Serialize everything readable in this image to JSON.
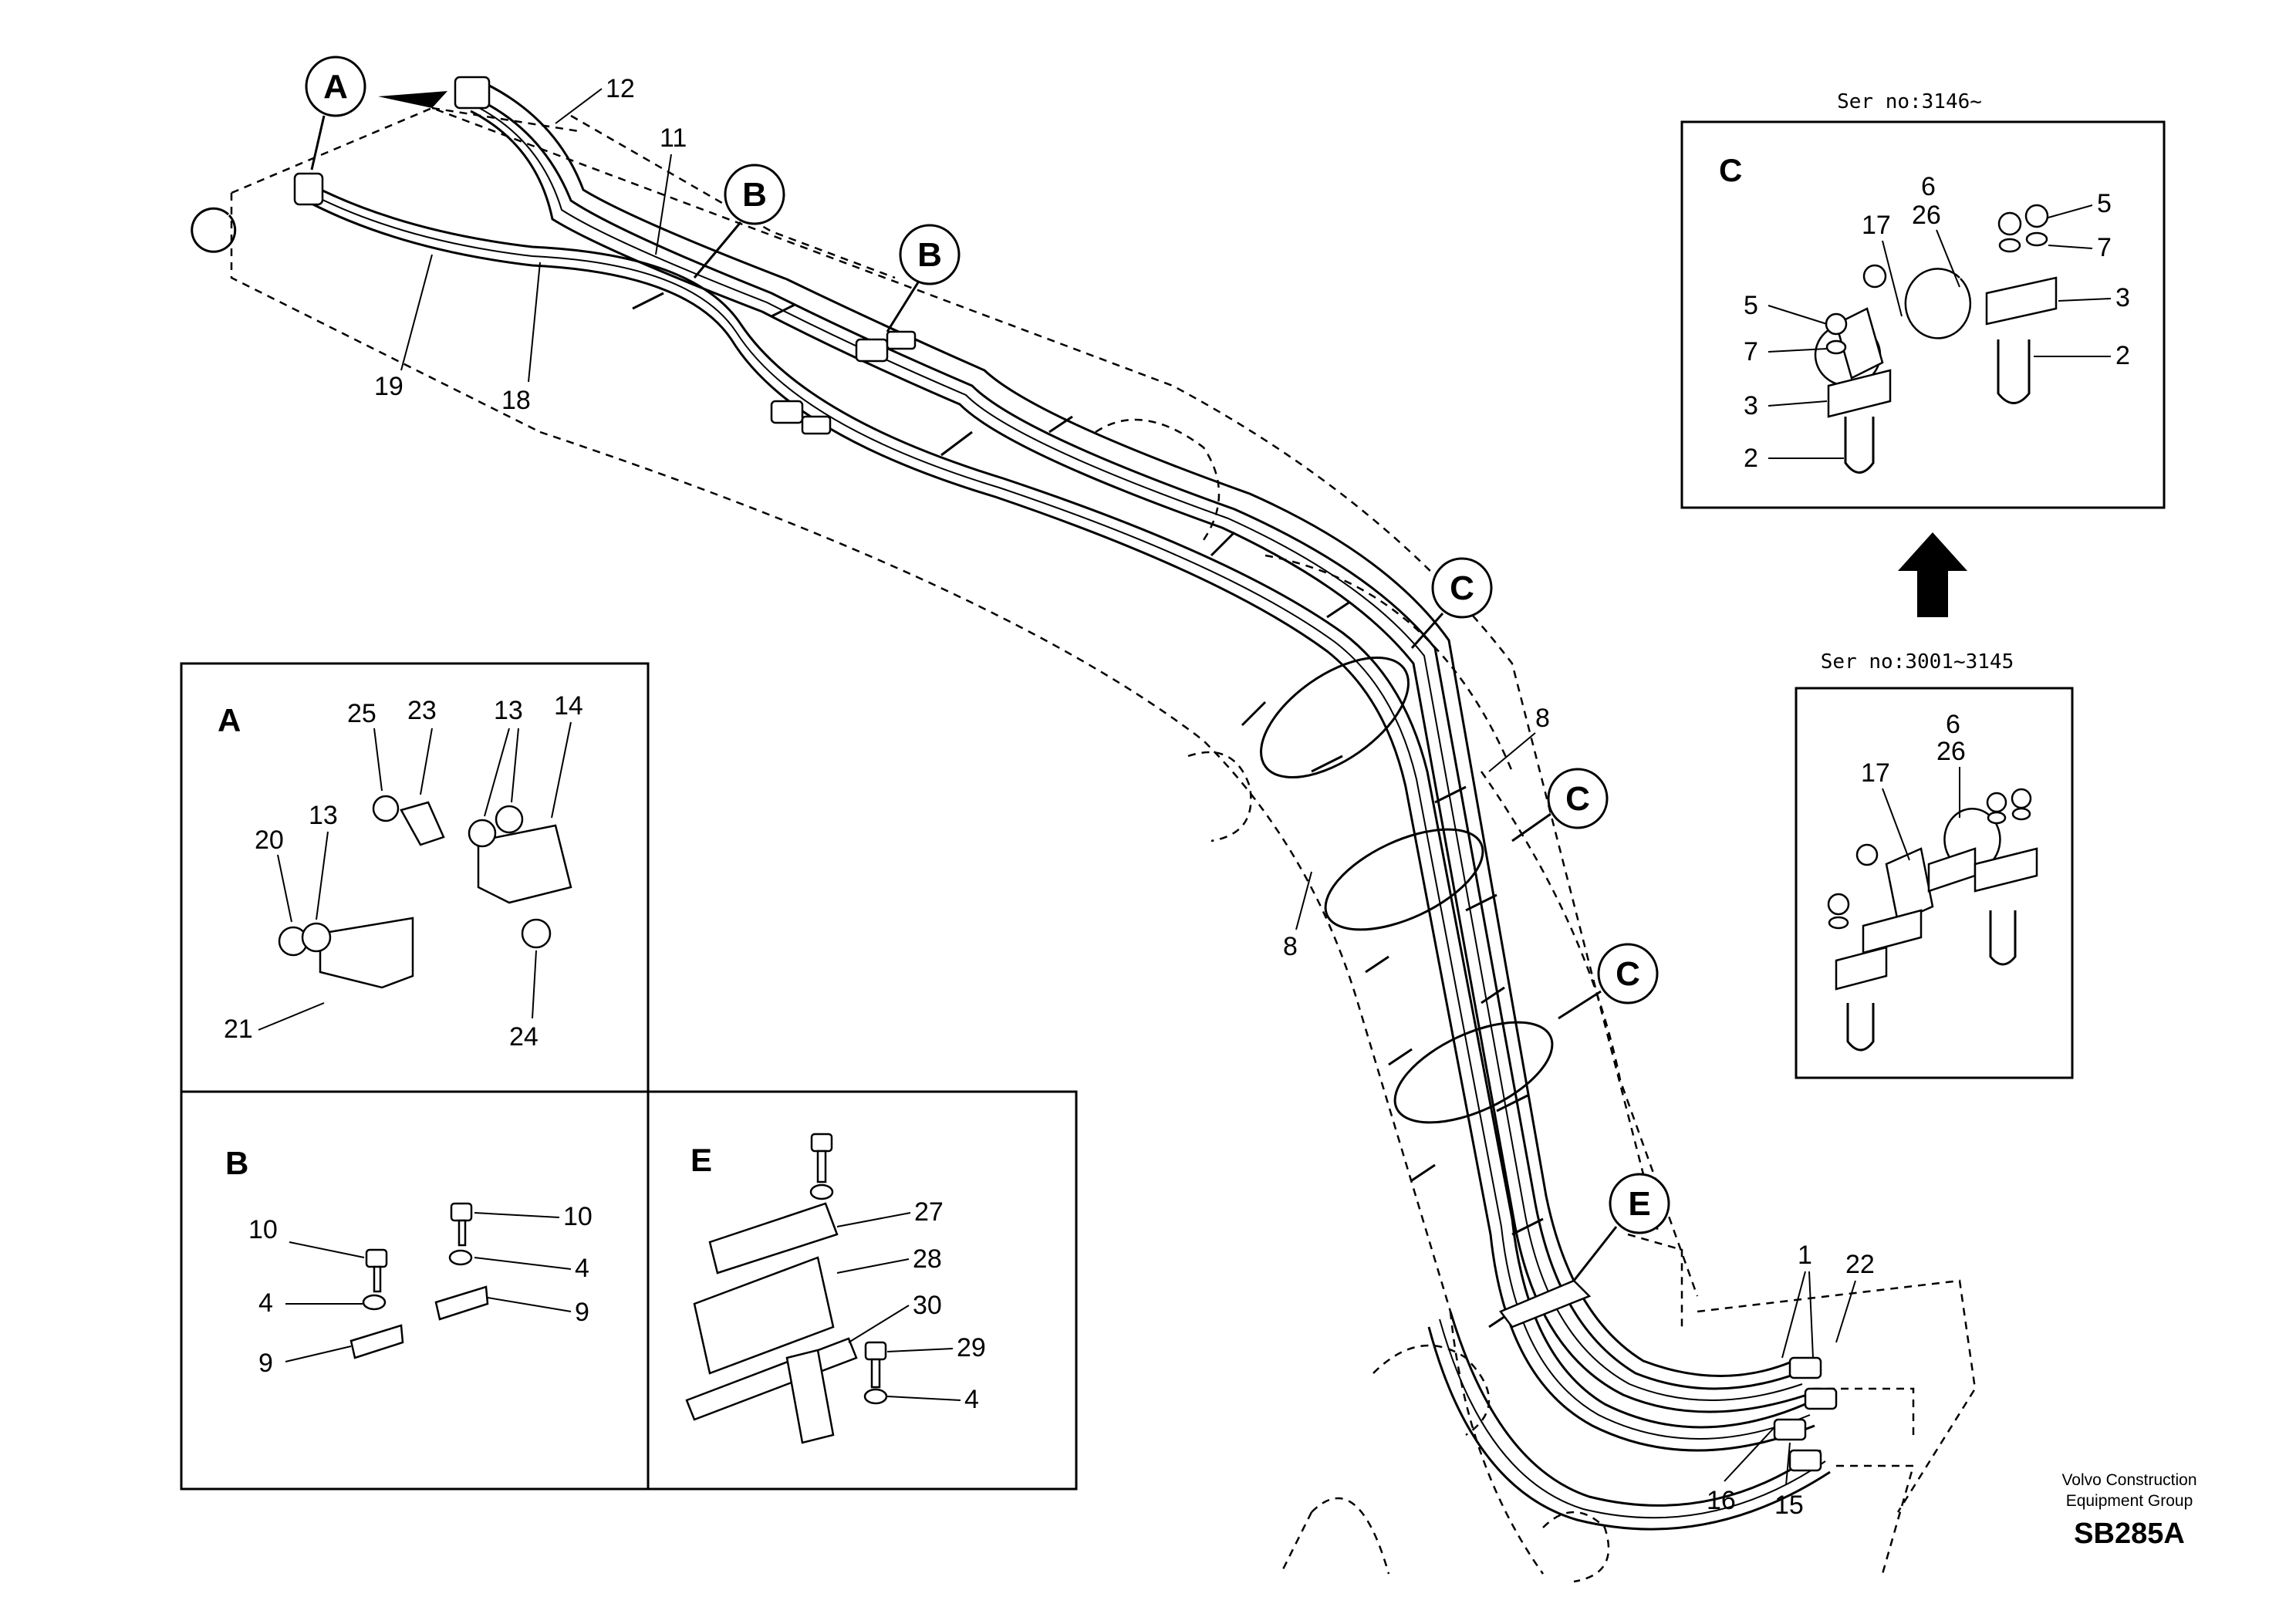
{
  "callouts": {
    "A": "A",
    "B": "B",
    "C": "C",
    "E": "E"
  },
  "main_numbers": {
    "n1": "1",
    "n8": "8",
    "n11": "11",
    "n12": "12",
    "n15": "15",
    "n16": "16",
    "n18": "18",
    "n19": "19",
    "n22": "22"
  },
  "inset_a": {
    "letter": "A",
    "n13": "13",
    "n14": "14",
    "n20": "20",
    "n21": "21",
    "n23": "23",
    "n24": "24",
    "n25": "25"
  },
  "inset_b": {
    "letter": "B",
    "n4": "4",
    "n9": "9",
    "n10": "10"
  },
  "inset_e": {
    "letter": "E",
    "n4": "4",
    "n27": "27",
    "n28": "28",
    "n29": "29",
    "n30": "30"
  },
  "inset_c_new": {
    "serial": "Ser no:3146~",
    "letter": "C",
    "n2": "2",
    "n3": "3",
    "n5": "5",
    "n6": "6",
    "n7": "7",
    "n17": "17",
    "n26": "26"
  },
  "inset_c_old": {
    "serial": "Ser no:3001~3145",
    "n6": "6",
    "n17": "17",
    "n26": "26"
  },
  "footer": {
    "company_line1": "Volvo Construction",
    "company_line2": "Equipment Group",
    "drawing_code": "SB285A"
  }
}
